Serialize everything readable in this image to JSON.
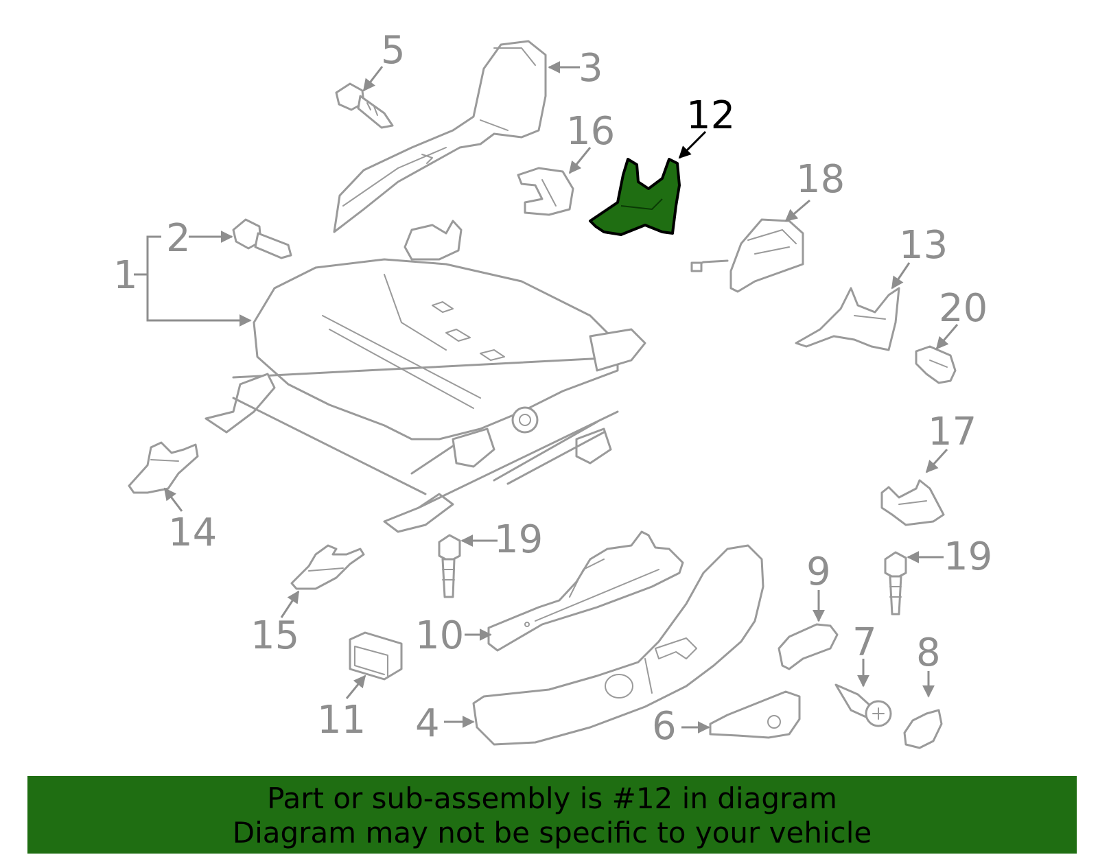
{
  "diagram": {
    "highlighted_part": "12",
    "labels": {
      "p1": "1",
      "p2": "2",
      "p3": "3",
      "p4": "4",
      "p5": "5",
      "p6": "6",
      "p7": "7",
      "p8": "8",
      "p9": "9",
      "p10": "10",
      "p11": "11",
      "p12": "12",
      "p13": "13",
      "p14": "14",
      "p15": "15",
      "p16": "16",
      "p17": "17",
      "p18": "18",
      "p19a": "19",
      "p19b": "19",
      "p20": "20"
    },
    "colors": {
      "part_stroke": "#9a9a9a",
      "label": "#8e8e8e",
      "highlight": "#1f6e12",
      "highlight_label": "#000000"
    }
  },
  "banner": {
    "line1": "Part or sub-assembly is #12 in diagram",
    "line2": "Diagram may not be specific to your vehicle",
    "color": "#1f6e12"
  }
}
